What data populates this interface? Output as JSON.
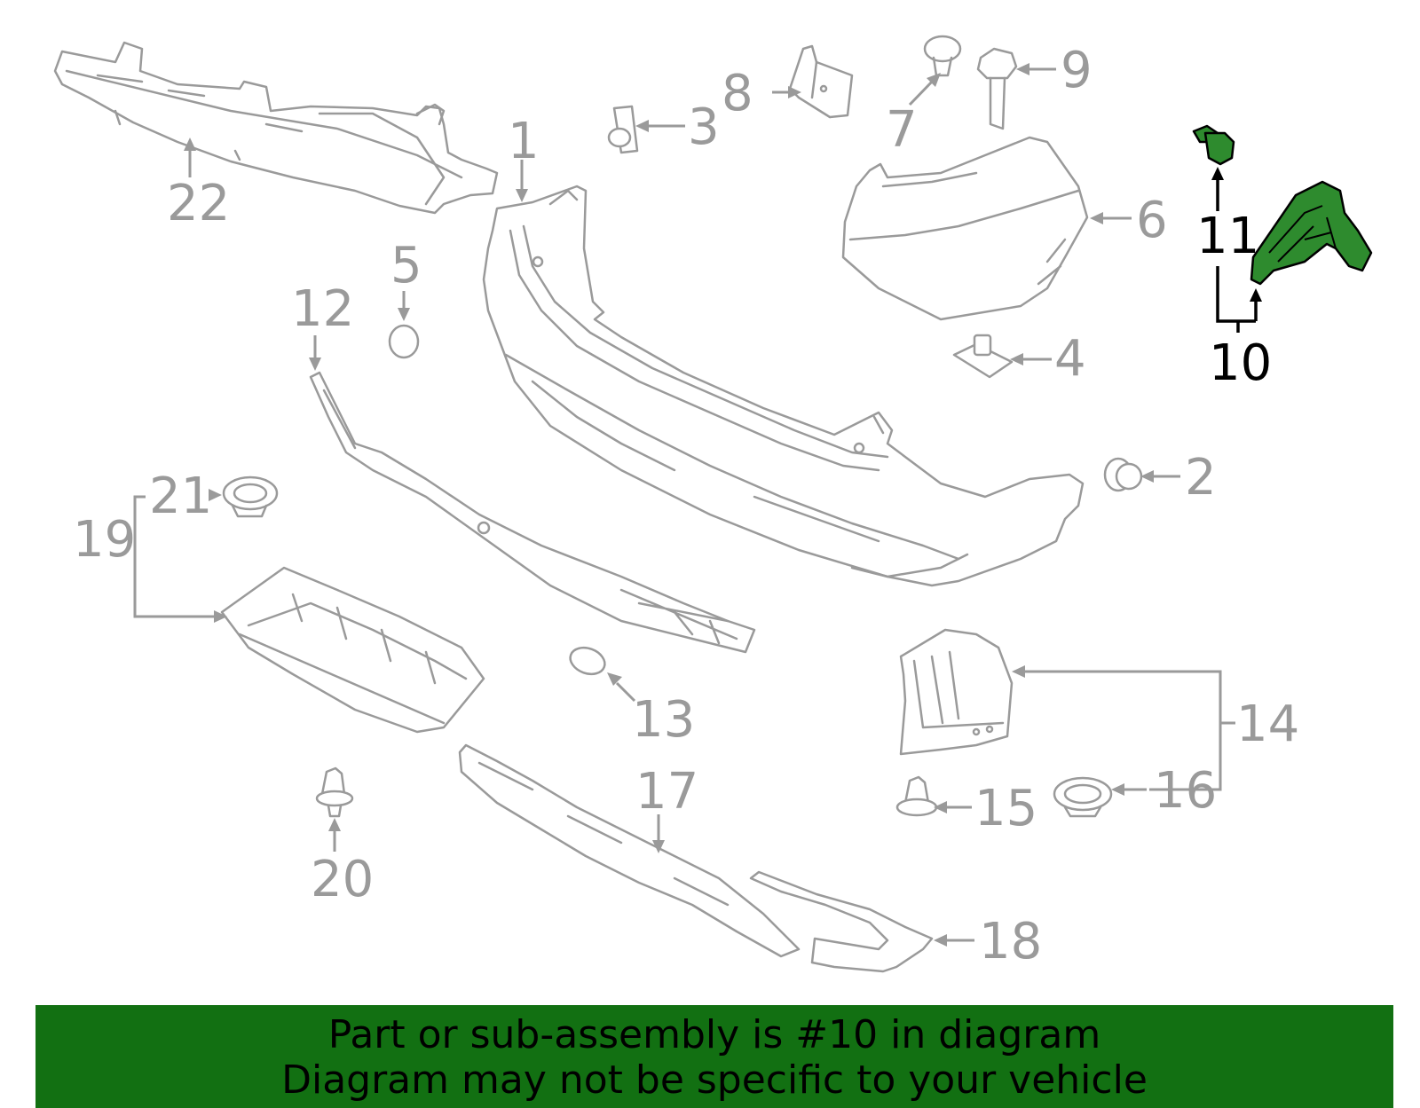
{
  "diagram": {
    "highlight_color": "#2e8b2e",
    "label_color": "#9a9a9a",
    "highlight_label_color": "#000000",
    "callouts": {
      "c1": "1",
      "c2": "2",
      "c3": "3",
      "c4": "4",
      "c5": "5",
      "c6": "6",
      "c7": "7",
      "c8": "8",
      "c9": "9",
      "c10": "10",
      "c11": "11",
      "c12": "12",
      "c13": "13",
      "c14": "14",
      "c15": "15",
      "c16": "16",
      "c17": "17",
      "c18": "18",
      "c19": "19",
      "c20": "20",
      "c21": "21",
      "c22": "22"
    },
    "highlighted_part": "10"
  },
  "banner": {
    "line1": "Part or sub-assembly is #10 in diagram",
    "line2": "Diagram may not be specific to your vehicle",
    "background": "#127012"
  }
}
